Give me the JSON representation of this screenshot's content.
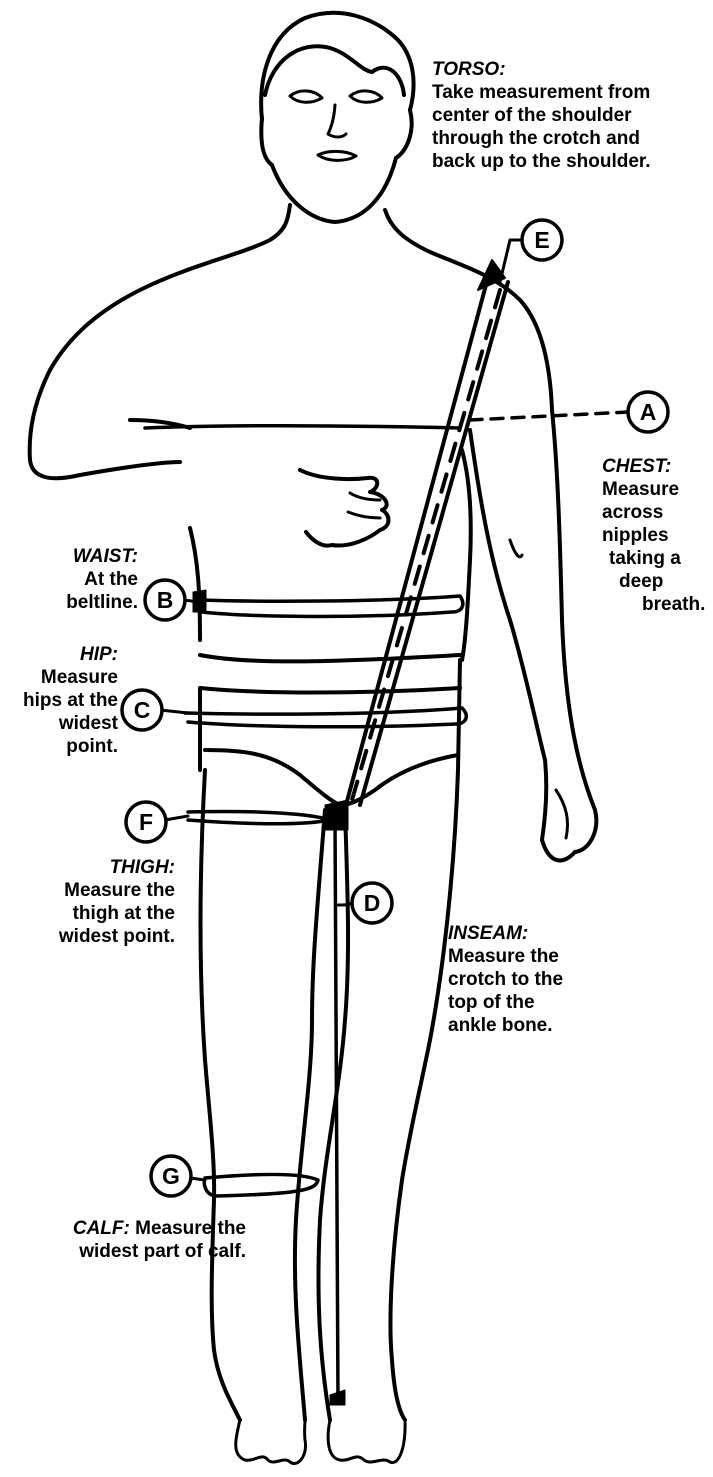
{
  "colors": {
    "ink": "#000000",
    "paper": "#ffffff"
  },
  "markers": {
    "a": "A",
    "b": "B",
    "c": "C",
    "d": "D",
    "e": "E",
    "f": "F",
    "g": "G"
  },
  "notes": {
    "torso": {
      "heading": "TORSO:",
      "lines": [
        "Take measurement from",
        "center of the shoulder",
        "through the crotch and",
        "back up to the shoulder."
      ]
    },
    "chest": {
      "heading": "CHEST:",
      "lines": [
        "Measure",
        "across",
        "nipples",
        "taking a",
        "deep",
        "breath."
      ]
    },
    "waist": {
      "heading": "WAIST:",
      "lines": [
        "At the",
        "beltline."
      ]
    },
    "hip": {
      "heading": "HIP:",
      "lines": [
        "Measure",
        "hips at the",
        "widest",
        "point."
      ]
    },
    "thigh": {
      "heading": "THIGH:",
      "lines": [
        "Measure the",
        "thigh at the",
        "widest point."
      ]
    },
    "inseam": {
      "heading": "INSEAM:",
      "lines": [
        "Measure the",
        "crotch to the",
        "top of the",
        "ankle bone."
      ]
    },
    "calf": {
      "heading": "CALF:",
      "rest": " Measure the",
      "line2": "widest part of calf."
    }
  }
}
